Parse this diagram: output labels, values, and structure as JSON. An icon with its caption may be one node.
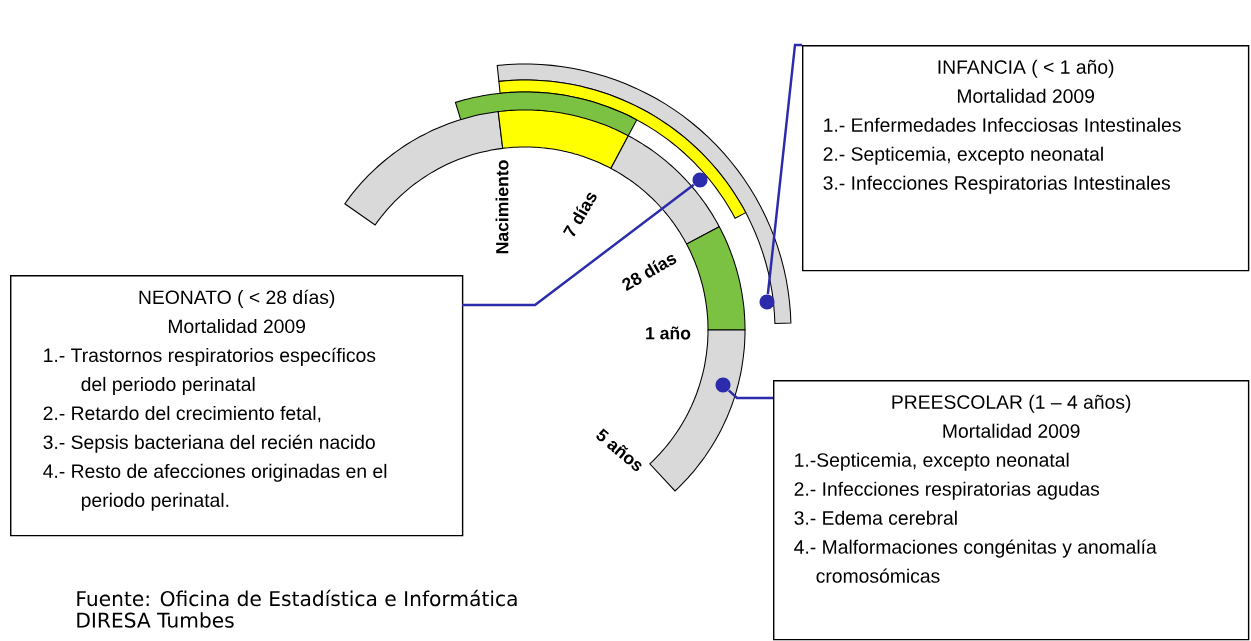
{
  "diagram": {
    "nodes": [
      {
        "text": [
          "INFANCIA ( < 1 año)",
          "Mortalidad 2009",
          "1.- Enfermedades Infecciosas Intestinales",
          "2.- Septicemia, excepto neonatal",
          "3.- Infecciones Respiratorias Intestinales"
        ]
      },
      {
        "text": [
          "NEONATO ( < 28 días)",
          "Mortalidad 2009",
          "1.- Trastornos respiratorios específicos del periodo perinatal",
          "2.- Retardo del crecimiento fetal,",
          "3.- Sepsis bacteriana del recién nacido",
          "4.- Resto de afecciones originadas  en el periodo perinatal."
        ]
      },
      {
        "text": [
          "PREESCOLAR  (1 – 4 años)",
          "Mortalidad 2009",
          "1.-Septicemia, excepto neonatal",
          "2.- Infecciones respiratorias agudas",
          "3.- Edema cerebral",
          "4.- Malformaciones congénitas y anomalía cromosómicas"
        ]
      },
      {
        "text": [],
        "shape": "circle"
      },
      {
        "text": [],
        "shape": "circle"
      },
      {
        "text": [],
        "shape": "circle"
      }
    ],
    "edges": [
      {
        "from": 1,
        "to": 3,
        "arrow": "none"
      },
      {
        "from": 0,
        "to": 4,
        "arrow": "none"
      },
      {
        "from": 2,
        "to": 5,
        "arrow": "none"
      }
    ],
    "labels": [
      "Nacimiento",
      "7 días",
      "28 días",
      "1 año",
      "5 años",
      "Fuente: Oficina de Estadística e Informática",
      "DIRESA Tumbes"
    ]
  }
}
